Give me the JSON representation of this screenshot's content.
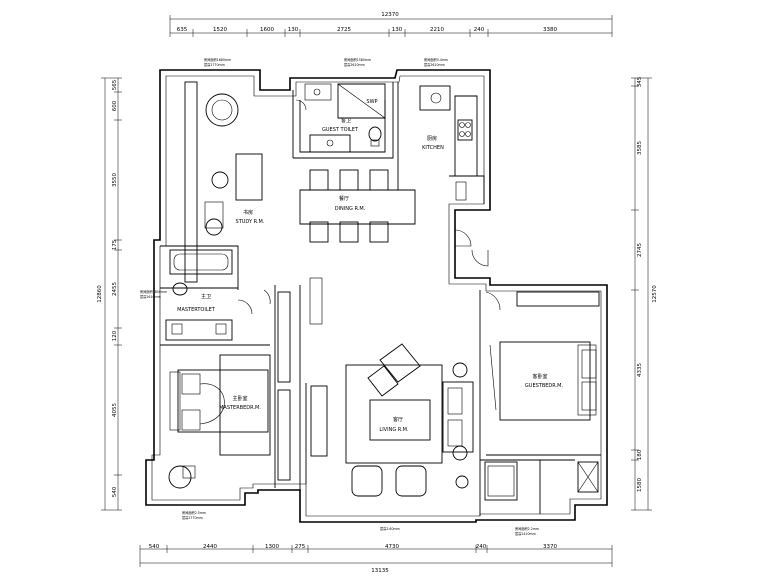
{
  "dimensions": {
    "top_total": "12370",
    "top": [
      "635",
      "1520",
      "1600",
      "130",
      "2725",
      "130",
      "2210",
      "240",
      "3380"
    ],
    "bottom_total": "13135",
    "bottom": [
      "540",
      "2440",
      "1300",
      "275",
      "4730",
      "240",
      "3370"
    ],
    "left_total": "12860",
    "left": [
      "565",
      "600",
      "3550",
      "175",
      "2455",
      "120",
      "4055",
      "540"
    ],
    "right_total": "12570",
    "right": [
      "345",
      "3585",
      "2745",
      "4335",
      "180",
      "1580"
    ]
  },
  "rooms": {
    "study": {
      "cn": "书房",
      "en": "STUDY R.M."
    },
    "guest_toilet": {
      "cn": "客卫",
      "en": "GUEST TOILET"
    },
    "kitchen": {
      "cn": "厨房",
      "en": "KITCHEN"
    },
    "dining": {
      "cn": "餐厅",
      "en": "DINING R.M."
    },
    "master_toilet": {
      "cn": "主卫",
      "en": "MASTERTOILET"
    },
    "master_bedroom": {
      "cn": "主卧室",
      "en": "MASTERBEDR.M."
    },
    "living": {
      "cn": "客厅",
      "en": "LIVING R.M."
    },
    "guest_bedroom": {
      "cn": "客卧室",
      "en": "GUESTBEDR.M."
    }
  },
  "fixtures": {
    "shower": "SWP"
  },
  "notes": {
    "study": [
      "房间面积1680mm",
      "层高2770mm"
    ],
    "guest_toilet": [
      "房间面积1580mm",
      "层高2610mm"
    ],
    "kitchen": [
      "房间面积5.4mm",
      "层高2610mm"
    ],
    "master_toilet": [
      "房间面积1800mm",
      "层高2610mm"
    ],
    "master_bedroom": [
      "房间面积2.5mm",
      "层高2770mm"
    ],
    "living": [
      "层高2.60mm"
    ],
    "guest_bedroom": [
      "房间面积2.2mm",
      "层高2410mm"
    ]
  }
}
